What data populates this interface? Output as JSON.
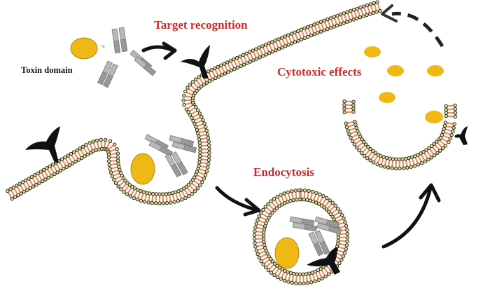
{
  "diagram": {
    "labels": {
      "toxin_domain": "Toxin domain",
      "target_recognition": "Target recognition",
      "endocytosis": "Endocytosis",
      "cytotoxic_effects": "Cytotoxic effects"
    },
    "colors": {
      "label_red": "#d42a2a",
      "toxin_yellow": "#f0b814",
      "toxin_outline": "#b58a10",
      "lipid_head_fill": "#e8d9a0",
      "lipid_head_stroke": "#2a2a10",
      "lipid_tail": "#e6906a",
      "antibody_gray": "#9a9a9a",
      "receptor_black": "#111111",
      "arrow_black": "#111111"
    },
    "stages": [
      "Target recognition",
      "Endocytosis",
      "Cytotoxic effects"
    ]
  }
}
